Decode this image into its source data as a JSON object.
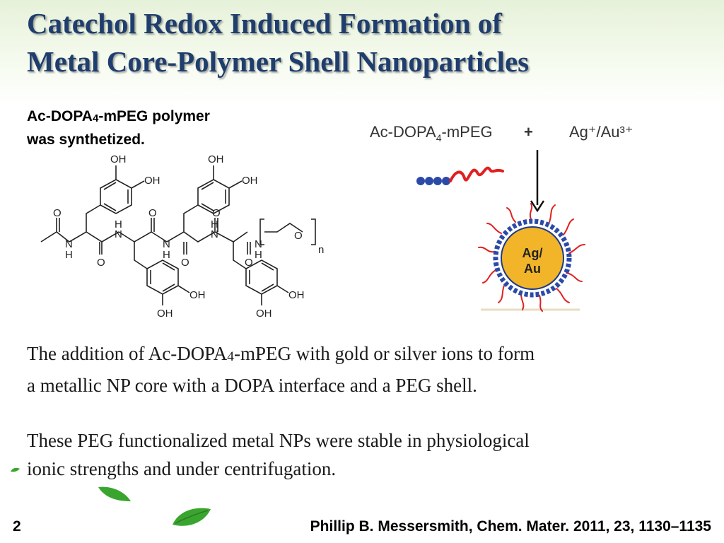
{
  "slide": {
    "title_line1": "Catechol Redox Induced Formation of",
    "title_line2": "Metal Core-Polymer Shell Nanoparticles",
    "caption": {
      "part1": "Ac-DOPA",
      "sub": "4",
      "part2": "-mPEG polymer",
      "line2": "was synthetized."
    },
    "structure_labels": {
      "oh": "OH",
      "h": "H",
      "n": "N",
      "o": "O",
      "repeat_n": "n"
    },
    "scheme": {
      "reagent_part1": "Ac-DOPA",
      "reagent_sub": "4",
      "reagent_part2": "-mPEG",
      "plus": "+",
      "ions": "Ag⁺/Au³⁺",
      "core_line1": "Ag/",
      "core_line2": "Au"
    },
    "paragraph1": {
      "part1": "The addition of Ac-DOPA",
      "sub": "4",
      "part2": "-mPEG with gold or silver ions to form",
      "line2": "a metallic NP core with a DOPA interface and a PEG shell."
    },
    "paragraph2": {
      "line1": "These PEG functionalized metal NPs were stable in physiological",
      "line2": "ionic strengths and under centrifugation."
    },
    "page_number": "2",
    "citation": "Phillip B. Messersmith, Chem. Mater. 2011, 23, 1130–1135"
  },
  "colors": {
    "title": "#1f3e6e",
    "leaf_green": "#3aa52e",
    "polymer_red": "#e02020",
    "core_gold": "#f2b52a",
    "bead_blue": "#2b4aa8"
  }
}
